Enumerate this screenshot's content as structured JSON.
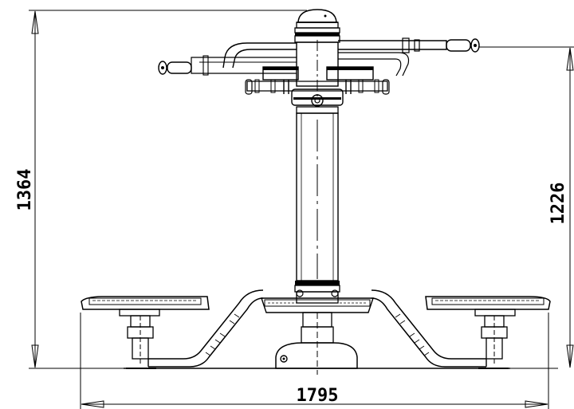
{
  "dimensions": {
    "total_height": "1364",
    "arm_height": "1226",
    "total_width": "1795"
  },
  "colors": {
    "line": "#000000",
    "background": "#ffffff"
  }
}
